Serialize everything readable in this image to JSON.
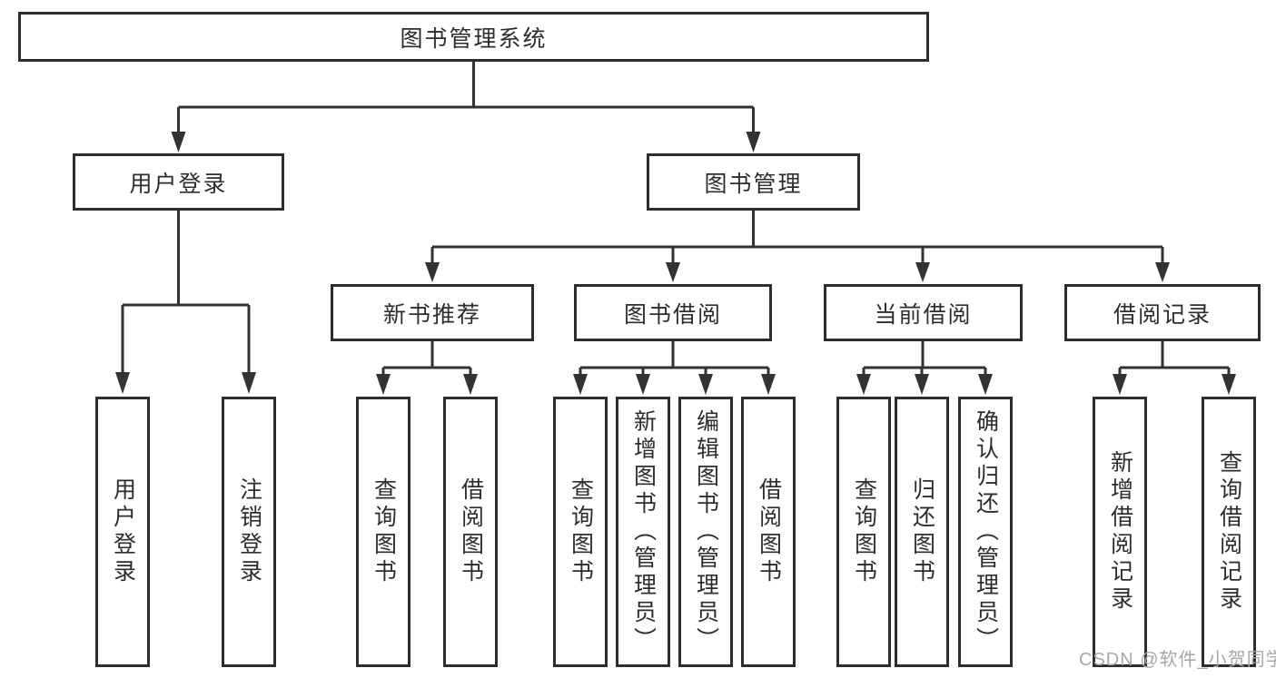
{
  "diagram": {
    "root": {
      "label": "图书管理系统"
    },
    "branches": [
      {
        "label": "用户登录",
        "children": [
          "用户登录",
          "注销登录"
        ]
      },
      {
        "label": "图书管理",
        "sections": [
          {
            "label": "新书推荐",
            "children": [
              "查询图书",
              "借阅图书"
            ]
          },
          {
            "label": "图书借阅",
            "children": [
              "查询图书",
              "新增图书（管理员）",
              "编辑图书（管理员）",
              "借阅图书"
            ]
          },
          {
            "label": "当前借阅",
            "children": [
              "查询图书",
              "归还图书",
              "确认归还（管理员）"
            ]
          },
          {
            "label": "借阅记录",
            "children": [
              "新增借阅记录",
              "查询借阅记录"
            ]
          }
        ]
      }
    ]
  },
  "watermark": {
    "text": "CSDN @软件_小贺同学"
  },
  "colors": {
    "border": "#2d2d2d",
    "line": "#333333",
    "text": "#2d2d2d",
    "watermark": "#a8a8a8",
    "background": "#ffffff"
  }
}
